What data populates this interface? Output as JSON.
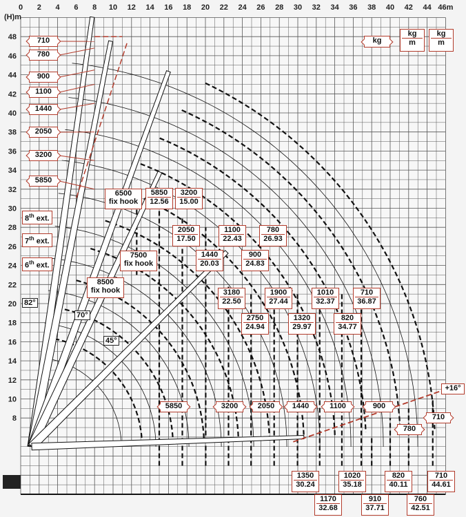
{
  "axes": {
    "x_unit": "m",
    "y_unit": "(H)m",
    "x_ticks": [
      "0",
      "2",
      "4",
      "6",
      "8",
      "10",
      "12",
      "14",
      "16",
      "18",
      "20",
      "22",
      "24",
      "26",
      "28",
      "30",
      "32",
      "34",
      "36",
      "38",
      "40",
      "42",
      "44",
      "46m"
    ],
    "y_ticks": [
      "48",
      "46",
      "44",
      "42",
      "40",
      "38",
      "36",
      "34",
      "32",
      "30",
      "28",
      "26",
      "24",
      "22",
      "20",
      "18",
      "16",
      "14",
      "12",
      "10",
      "8"
    ]
  },
  "legend": {
    "kg": "kg",
    "kgm_top": "kg",
    "kgm_bottom": "m"
  },
  "left_loads": [
    "710",
    "780",
    "900",
    "1100",
    "1440",
    "2050",
    "3200",
    "5850"
  ],
  "extensions": {
    "ext8": {
      "num": "8",
      "sup": "th",
      "text": " ext."
    },
    "ext7": {
      "num": "7",
      "sup": "th",
      "text": " ext."
    },
    "ext6": {
      "num": "6",
      "sup": "th",
      "text": " ext."
    }
  },
  "angles": {
    "a82": "82°",
    "a70": "70°",
    "a45": "45°",
    "a16": "+16°"
  },
  "fix_hooks": [
    {
      "load": "6500",
      "label": "fix hook"
    },
    {
      "load": "7500",
      "label": "fix hook"
    },
    {
      "load": "8500",
      "label": "fix hook"
    }
  ],
  "top_pairs": [
    {
      "kg": "5850",
      "m": "12.56"
    },
    {
      "kg": "3200",
      "m": "15.00"
    },
    {
      "kg": "2050",
      "m": "17.50"
    },
    {
      "kg": "1440",
      "m": "20.03"
    },
    {
      "kg": "1100",
      "m": "22.43"
    },
    {
      "kg": "900",
      "m": "24.83"
    },
    {
      "kg": "780",
      "m": "26.93"
    },
    {
      "kg": "3180",
      "m": "22.50"
    },
    {
      "kg": "2750",
      "m": "24.94"
    },
    {
      "kg": "1900",
      "m": "27.44"
    },
    {
      "kg": "1320",
      "m": "29.97"
    },
    {
      "kg": "1010",
      "m": "32.37"
    },
    {
      "kg": "820",
      "m": "34.77"
    },
    {
      "kg": "710",
      "m": "36.87"
    }
  ],
  "bottom_pairs": [
    {
      "kg": "1350",
      "m": "30.24"
    },
    {
      "kg": "1170",
      "m": "32.68"
    },
    {
      "kg": "1020",
      "m": "35.18"
    },
    {
      "kg": "910",
      "m": "37.71"
    },
    {
      "kg": "820",
      "m": "40.11"
    },
    {
      "kg": "760",
      "m": "42.51"
    },
    {
      "kg": "710",
      "m": "44.61"
    }
  ],
  "low_loads": [
    "5850",
    "3200",
    "2050",
    "1440",
    "1100",
    "900",
    "780",
    "710"
  ],
  "colors": {
    "accent": "#b23a2a",
    "grid": "#555555",
    "curve": "#111111"
  }
}
